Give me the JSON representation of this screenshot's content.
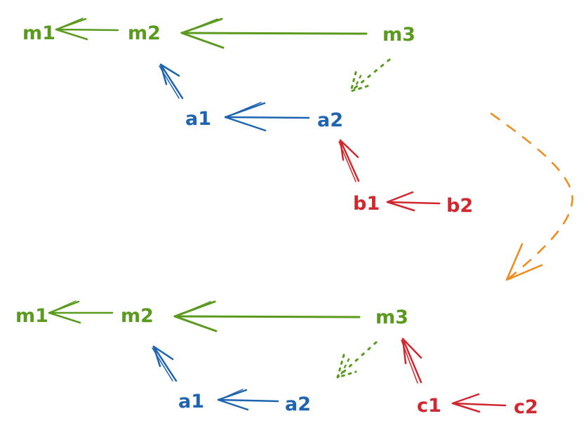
{
  "colors": {
    "mainline": "#5a9a1e",
    "branch_a": "#1e64b0",
    "branch_bc": "#d0282e",
    "transition": "#f08a1a"
  },
  "top": {
    "nodes": {
      "m1": "m1",
      "m2": "m2",
      "m3": "m3",
      "a1": "a1",
      "a2": "a2",
      "b1": "b1",
      "b2": "b2"
    }
  },
  "bottom": {
    "nodes": {
      "m1": "m1",
      "m2": "m2",
      "m3": "m3",
      "a1": "a1",
      "a2": "a2",
      "c1": "c1",
      "c2": "c2"
    }
  },
  "edges_top": [
    {
      "from": "m2",
      "to": "m1",
      "style": "solid"
    },
    {
      "from": "m3",
      "to": "m2",
      "style": "solid"
    },
    {
      "from": "a1",
      "to": "m2",
      "style": "solid"
    },
    {
      "from": "a2",
      "to": "a1",
      "style": "solid"
    },
    {
      "from": "m3",
      "to": "a2",
      "style": "dotted"
    },
    {
      "from": "b1",
      "to": "a2",
      "style": "solid"
    },
    {
      "from": "b2",
      "to": "b1",
      "style": "solid"
    }
  ],
  "edges_bottom": [
    {
      "from": "m2",
      "to": "m1",
      "style": "solid"
    },
    {
      "from": "m3",
      "to": "m2",
      "style": "solid"
    },
    {
      "from": "a1",
      "to": "m2",
      "style": "solid"
    },
    {
      "from": "a2",
      "to": "a1",
      "style": "solid"
    },
    {
      "from": "m3",
      "to": "a2",
      "style": "dotted"
    },
    {
      "from": "c1",
      "to": "m3",
      "style": "solid"
    },
    {
      "from": "c2",
      "to": "c1",
      "style": "solid"
    }
  ]
}
